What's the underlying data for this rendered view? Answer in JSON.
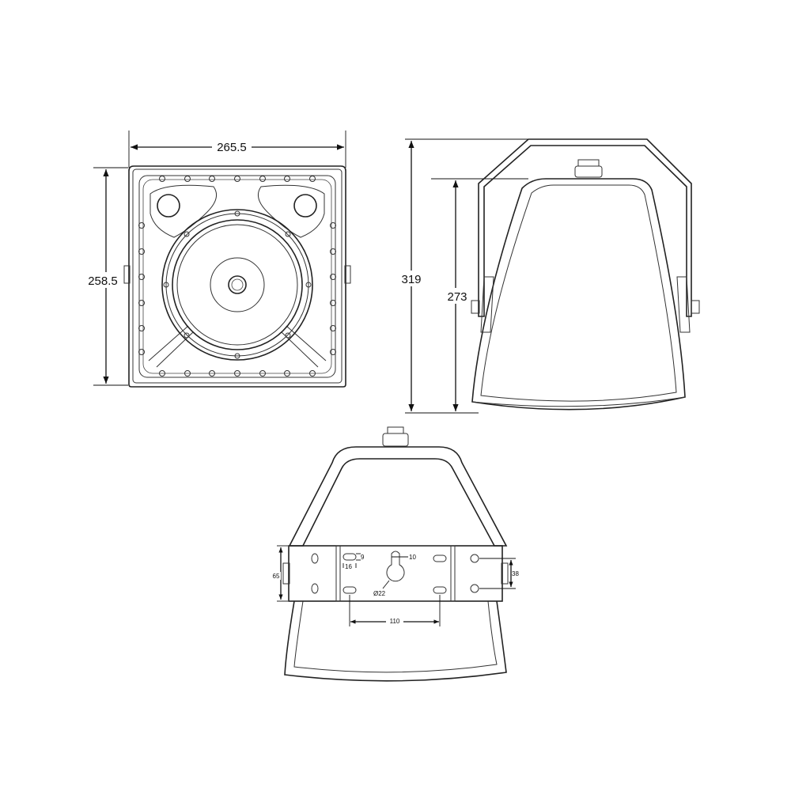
{
  "front_view": {
    "width_label": "265.5",
    "height_label": "258.5"
  },
  "side_view": {
    "overall_height_label": "319",
    "body_height_label": "273"
  },
  "rear_view": {
    "slot_height_label": "9",
    "slot_width_label": "16",
    "keyhole_width_label": "10",
    "keyhole_diameter_label": "Ø22",
    "slot_spacing_label": "110",
    "bracket_height_label": "65",
    "bolt_spacing_label": "38"
  }
}
